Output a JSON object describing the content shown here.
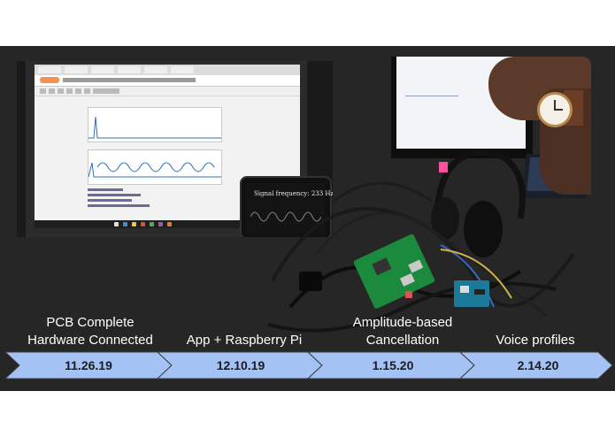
{
  "photo_left": {
    "phone_text": "Signal frequency: 233 Hz"
  },
  "milestones": [
    {
      "label_lines": [
        "PCB Complete",
        "Hardware Connected"
      ],
      "date": "11.26.19"
    },
    {
      "label_lines": [
        "App + Raspberry Pi"
      ],
      "date": "12.10.19"
    },
    {
      "label_lines": [
        "Amplitude-based",
        "Cancellation"
      ],
      "date": "1.15.20"
    },
    {
      "label_lines": [
        "Voice profiles"
      ],
      "date": "2.14.20"
    }
  ],
  "colors": {
    "slide_background": "#262626",
    "arrow_fill": "#a4c2f4",
    "arrow_stroke": "#3b3b3b",
    "label_text": "#ffffff",
    "date_text": "#1b1b1b"
  }
}
